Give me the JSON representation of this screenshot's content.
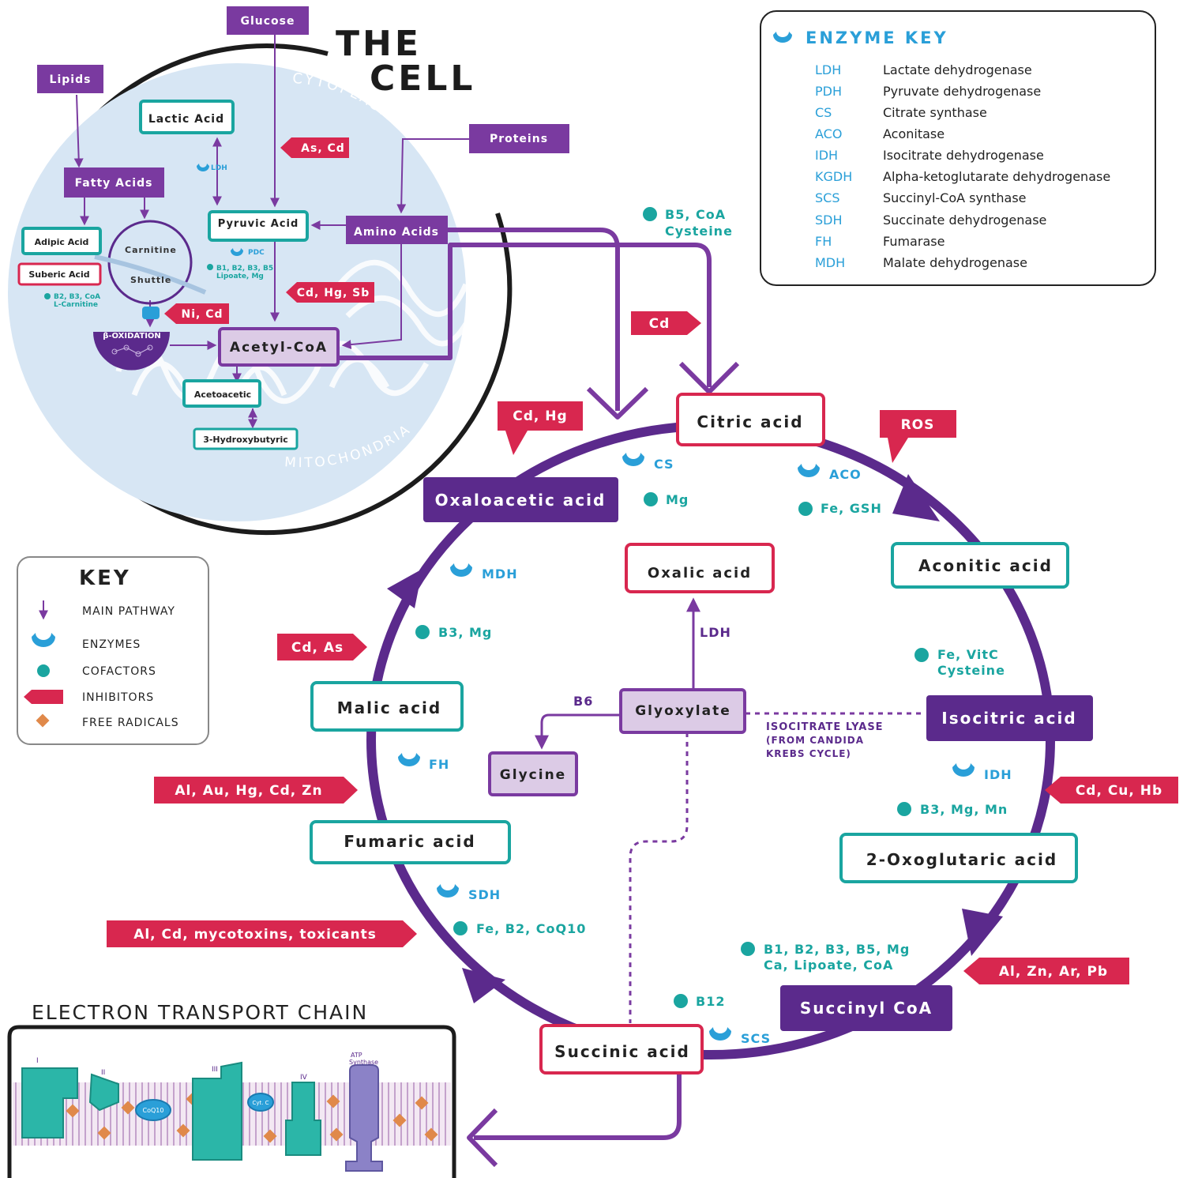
{
  "cell": {
    "title_line1": "THE",
    "title_line2": "CELL",
    "cytoplasm_label": "CYTOPLASM",
    "mitochondria_label": "MITOCHONDRIA",
    "inputs": {
      "glucose": "Glucose",
      "lipids": "Lipids",
      "proteins": "Proteins"
    },
    "fatty_acids": "Fatty Acids",
    "amino_acids": "Amino Acids",
    "lactic_acid": "Lactic Acid",
    "pyruvic_acid": "Pyruvic Acid",
    "adipic_acid": "Adipic Acid",
    "suberic_acid": "Suberic Acid",
    "carnitine": "Carnitine",
    "shuttle": "Shuttle",
    "beta_oxidation": "β-OXIDATION",
    "acetyl_coa": "Acetyl-CoA",
    "acetoacetic": "Acetoacetic",
    "hydroxybutyric": "3-Hydroxybutyric",
    "ldh_label": "LDH",
    "pdc_label": "PDC",
    "pdc_cofactors_1": "B1, B2, B3, B5",
    "pdc_cofactors_2": "Lipoate, Mg",
    "carnitine_cofactors_1": "B2, B3, CoA",
    "carnitine_cofactors_2": "L-Carnitine",
    "inh_as_cd": "As, Cd",
    "inh_cd_hg_sb": "Cd, Hg, Sb",
    "inh_ni_cd": "Ni, Cd"
  },
  "enzyme_key": {
    "title": "ENZYME KEY",
    "rows": [
      {
        "abbr": "LDH",
        "name": "Lactate dehydrogenase"
      },
      {
        "abbr": "PDH",
        "name": "Pyruvate dehydrogenase"
      },
      {
        "abbr": "CS",
        "name": "Citrate synthase"
      },
      {
        "abbr": "ACO",
        "name": "Aconitase"
      },
      {
        "abbr": "IDH",
        "name": "Isocitrate dehydrogenase"
      },
      {
        "abbr": "KGDH",
        "name": "Alpha-ketoglutarate dehydrogenase"
      },
      {
        "abbr": "SCS",
        "name": "Succinyl-CoA synthase"
      },
      {
        "abbr": "SDH",
        "name": "Succinate dehydrogenase"
      },
      {
        "abbr": "FH",
        "name": "Fumarase"
      },
      {
        "abbr": "MDH",
        "name": "Malate dehydrogenase"
      }
    ]
  },
  "legend": {
    "title": "KEY",
    "main_pathway": "MAIN PATHWAY",
    "enzymes": "ENZYMES",
    "cofactors": "COFACTORS",
    "inhibitors": "INHIBITORS",
    "free_radicals": "FREE RADICALS"
  },
  "cycle": {
    "citric_acid": "Citric acid",
    "aconitic_acid": "Aconitic acid",
    "isocitric_acid": "Isocitric acid",
    "oxoglutaric_acid": "2-Oxoglutaric acid",
    "succinyl_coa": "Succinyl CoA",
    "succinic_acid": "Succinic acid",
    "fumaric_acid": "Fumaric acid",
    "malic_acid": "Malic acid",
    "oxaloacetic_acid": "Oxaloacetic acid",
    "oxalic_acid": "Oxalic acid",
    "glyoxylate": "Glyoxylate",
    "glycine": "Glycine",
    "ldh": "LDH",
    "b6": "B6",
    "isocitrate_lyase_1": "ISOCITRATE LYASE",
    "isocitrate_lyase_2": "(FROM CANDIDA",
    "isocitrate_lyase_3": "KREBS CYCLE)"
  },
  "enzymes": {
    "cs": "CS",
    "aco": "ACO",
    "idh": "IDH",
    "scs": "SCS",
    "sdh": "SDH",
    "fh": "FH",
    "mdh": "MDH"
  },
  "cofactors": {
    "b5_coa_1": "B5, CoA",
    "b5_coa_2": "Cysteine",
    "mg": "Mg",
    "fe_gsh": "Fe, GSH",
    "fe_vitc_1": "Fe, VitC",
    "fe_vitc_2": "Cysteine",
    "b3_mg_mn": "B3, Mg, Mn",
    "kgdh_1": "B1, B2, B3, B5, Mg",
    "kgdh_2": "Ca, Lipoate, CoA",
    "b12": "B12",
    "fe_b2_coq10": "Fe, B2, CoQ10",
    "b3_mg": "B3, Mg"
  },
  "inhibitors": {
    "cd": "Cd",
    "cd_hg": "Cd, Hg",
    "ros": "ROS",
    "cd_cu_hb": "Cd, Cu, Hb",
    "al_zn_ar_pb": "Al, Zn, Ar, Pb",
    "al_cd_myco": "Al, Cd, mycotoxins, toxicants",
    "al_au_hg": "Al, Au, Hg, Cd, Zn",
    "cd_as": "Cd, As"
  },
  "etc": {
    "title": "ELECTRON TRANSPORT CHAIN",
    "complex_1": "I",
    "complex_2": "II",
    "complex_3": "III",
    "complex_4": "IV",
    "atp_1": "ATP",
    "atp_2": "Synthase",
    "coq10": "CoQ10",
    "cytc": "Cyt. C"
  },
  "colors": {
    "purple": "#5b2a8c",
    "light_purple": "#7a3aa0",
    "teal": "#1aa5a0",
    "red": "#d8274f",
    "blue": "#2a9fd8",
    "cell_fill": "#d7e6f4",
    "orange": "#e0894a"
  }
}
